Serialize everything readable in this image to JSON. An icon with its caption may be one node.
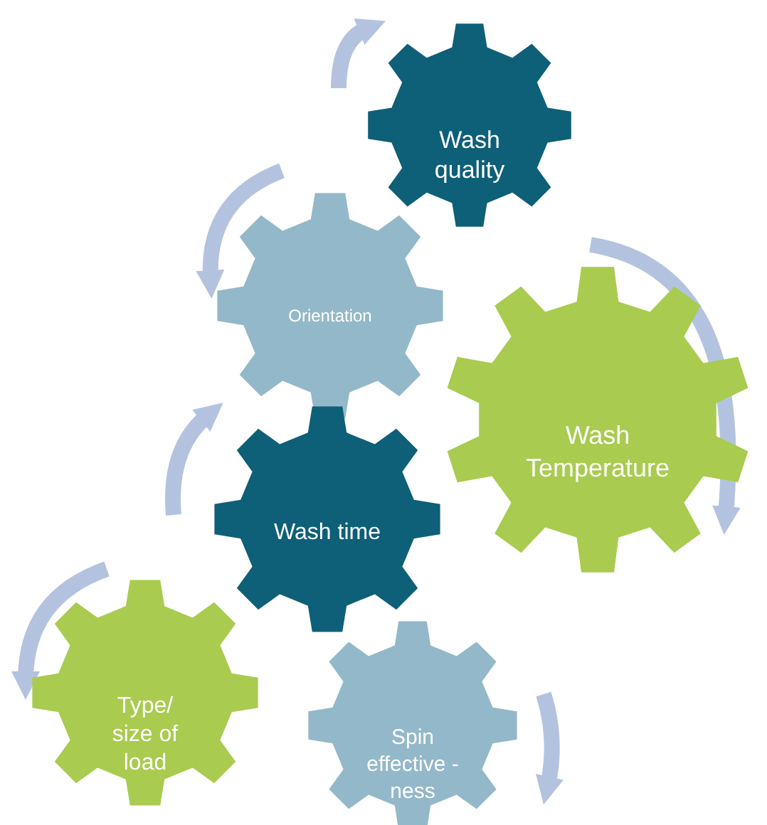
{
  "diagram": {
    "nodes": [
      {
        "text": [
          "Wash quality"
        ]
      },
      {
        "text": [
          "Orientation"
        ]
      },
      {
        "text": [
          "Wash Temperature"
        ]
      },
      {
        "text": [
          "Wash time"
        ]
      },
      {
        "text": [
          "Type/ size of load"
        ]
      },
      {
        "text": [
          "Spin effective -ness"
        ]
      }
    ]
  }
}
